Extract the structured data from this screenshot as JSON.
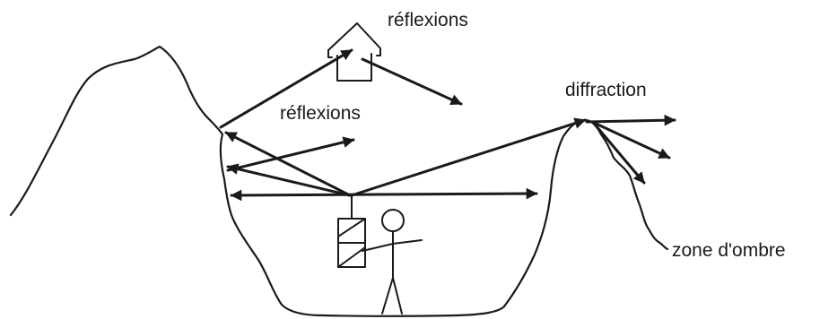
{
  "labels": {
    "reflexions_top": "réflexions",
    "reflexions_middle": "réflexions",
    "diffraction": "diffraction",
    "shadow_zone": "zone d'ombre"
  },
  "colors": {
    "ink": "#1a1a1a",
    "background": "#ffffff"
  }
}
